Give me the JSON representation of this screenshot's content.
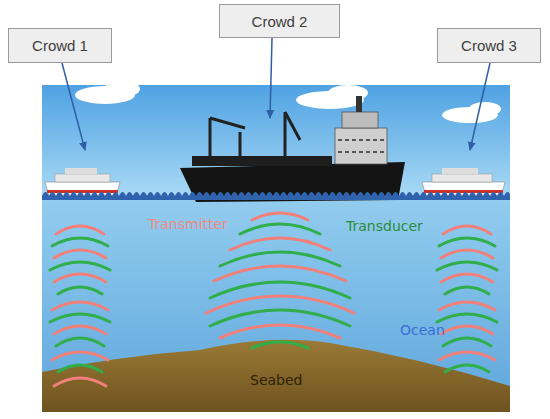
{
  "diagram": {
    "nodes": [
      {
        "text": [
          "Crowd 1"
        ]
      },
      {
        "text": [
          "Crowd 2"
        ]
      },
      {
        "text": [
          "Crowd 3"
        ]
      }
    ],
    "labels": [
      "Transmitter",
      "Transducer",
      "Ocean",
      "Seabed"
    ]
  }
}
